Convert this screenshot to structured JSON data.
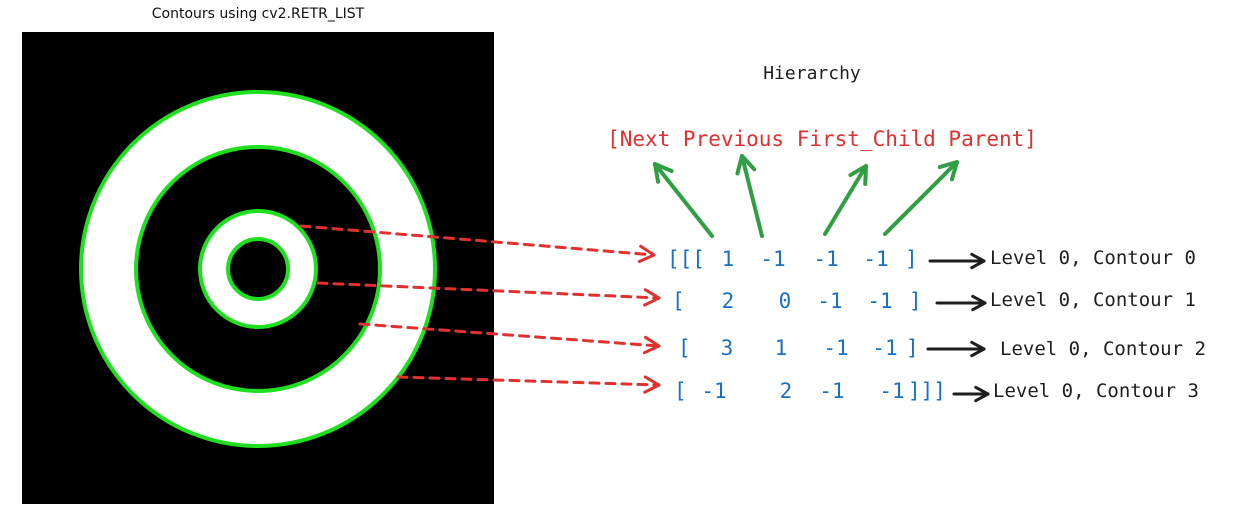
{
  "image": {
    "title": "Contours using cv2.RETR_LIST"
  },
  "hierarchy": {
    "heading": "Hierarchy",
    "format": "[Next Previous First_Child Parent]",
    "open_brackets": [
      "[[[",
      "[",
      "[",
      "["
    ],
    "close_brackets": [
      "]",
      "]",
      "]",
      "]]]"
    ],
    "rows": [
      {
        "next": "1",
        "previous": "-1",
        "first_child": "-1",
        "parent": "-1",
        "label": "Level 0, Contour 0"
      },
      {
        "next": "2",
        "previous": "0",
        "first_child": "-1",
        "parent": "-1",
        "label": "Level 0, Contour 1"
      },
      {
        "next": "3",
        "previous": "1",
        "first_child": "-1",
        "parent": "-1",
        "label": "Level 0, Contour 2"
      },
      {
        "next": "-1",
        "previous": "2",
        "first_child": "-1",
        "parent": "-1",
        "label": "Level 0, Contour 3"
      }
    ]
  },
  "colors": {
    "contour": "#1fe01f",
    "dashed_arrow": "#e03131",
    "format_text": "#e03131",
    "green_arrow": "#2f9e44",
    "values": "#1971c2",
    "label_text": "#1e1e1e",
    "black_arrow": "#1e1e1e",
    "ring_white": "#ffffff",
    "background": "#000000"
  }
}
